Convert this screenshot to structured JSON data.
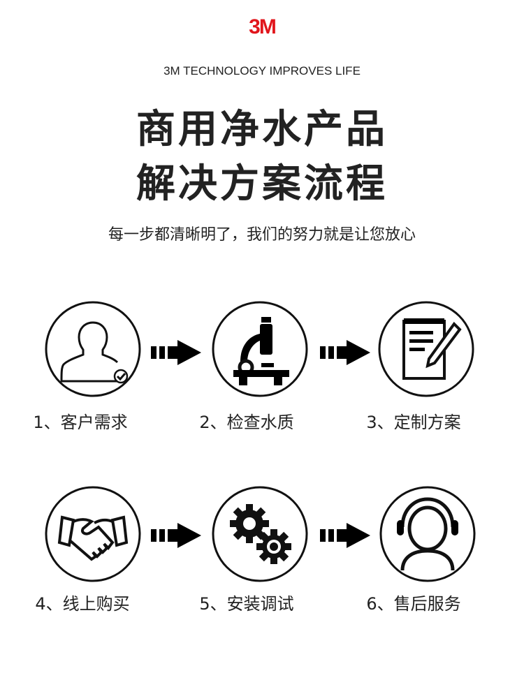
{
  "brand": {
    "logo": "3M",
    "tagline": "3M TECHNOLOGY IMPROVES LIFE",
    "color": "#e1161c"
  },
  "title": {
    "line1": "商用净水产品",
    "line2": "解决方案流程"
  },
  "subtitle": "每一步都清晰明了，我们的努力就是让您放心",
  "steps": [
    {
      "label": "1、客户需求",
      "icon": "user-check-icon"
    },
    {
      "label": "2、检查水质",
      "icon": "microscope-icon"
    },
    {
      "label": "3、定制方案",
      "icon": "notepad-pencil-icon"
    },
    {
      "label": "4、线上购买",
      "icon": "handshake-icon"
    },
    {
      "label": "5、安装调试",
      "icon": "gears-icon"
    },
    {
      "label": "6、售后服务",
      "icon": "headset-agent-icon"
    }
  ]
}
